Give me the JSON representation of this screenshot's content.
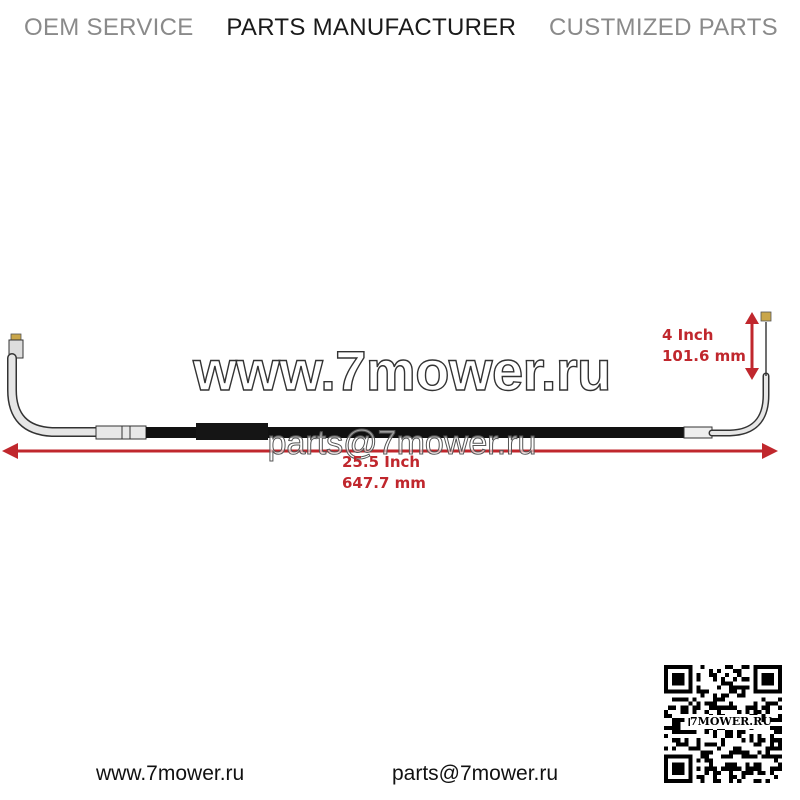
{
  "header": {
    "left": "OEM SERVICE",
    "middle": "PARTS MANUFACTURER",
    "right": "CUSTMIZED PARTS"
  },
  "watermark": {
    "large": "www.7mower.ru",
    "small": "parts@7mower.ru"
  },
  "dimensions": {
    "height_in": "4 Inch",
    "height_mm": "101.6 mm",
    "length_in": "25.5 Inch",
    "length_mm": "647.7 mm"
  },
  "footer": {
    "website": "www.7mower.ru",
    "email": "parts@7mower.ru"
  },
  "qr": {
    "label": "7MOWER.RU"
  },
  "colors": {
    "dimension": "#c0272d",
    "cable": "#111111"
  }
}
